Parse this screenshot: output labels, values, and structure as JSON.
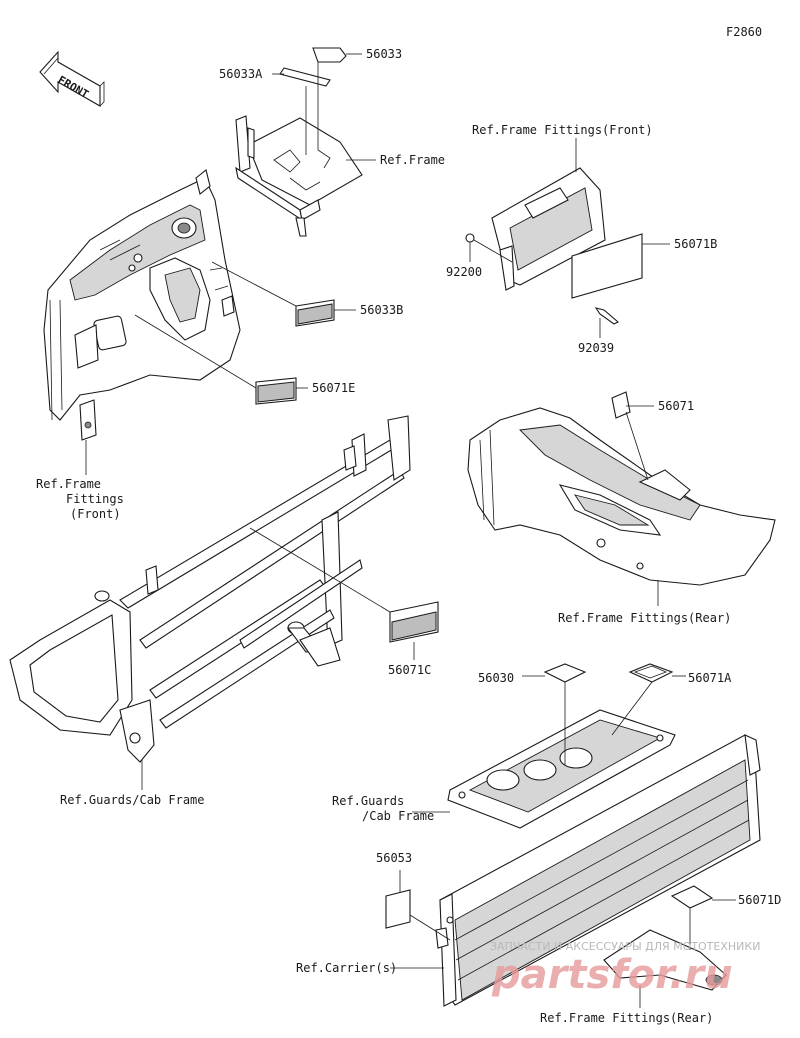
{
  "figure_code": "F2860",
  "front_arrow_label": "FRONT",
  "labels": {
    "p56033": "56033",
    "p56033A": "56033A",
    "ref_frame": "Ref.Frame",
    "ref_frame_fittings_front_top": "Ref.Frame Fittings(Front)",
    "p56071B": "56071B",
    "p92200": "92200",
    "p92039": "92039",
    "p56033B": "56033B",
    "p56071E": "56071E",
    "ref_frame_fittings_front_left_1": "Ref.Frame",
    "ref_frame_fittings_front_left_2": "Fittings",
    "ref_frame_fittings_front_left_3": "(Front)",
    "p56071": "56071",
    "ref_frame_fittings_rear_mid": "Ref.Frame Fittings(Rear)",
    "p56071C": "56071C",
    "p56030": "56030",
    "p56071A": "56071A",
    "ref_guards_cab_frame_left": "Ref.Guards/Cab Frame",
    "ref_guards_cab_frame_right_1": "Ref.Guards",
    "ref_guards_cab_frame_right_2": "/Cab Frame",
    "p56053": "56053",
    "ref_carriers": "Ref.Carrier(s)",
    "p56071D": "56071D",
    "ref_frame_fittings_rear_bottom": "Ref.Frame Fittings(Rear)"
  },
  "watermark": {
    "line1": "ЗАПЧАСТИ И АКСЕССУАРЫ ДЛЯ МОТОТЕХНИКИ",
    "line2": "partsfor.ru"
  }
}
